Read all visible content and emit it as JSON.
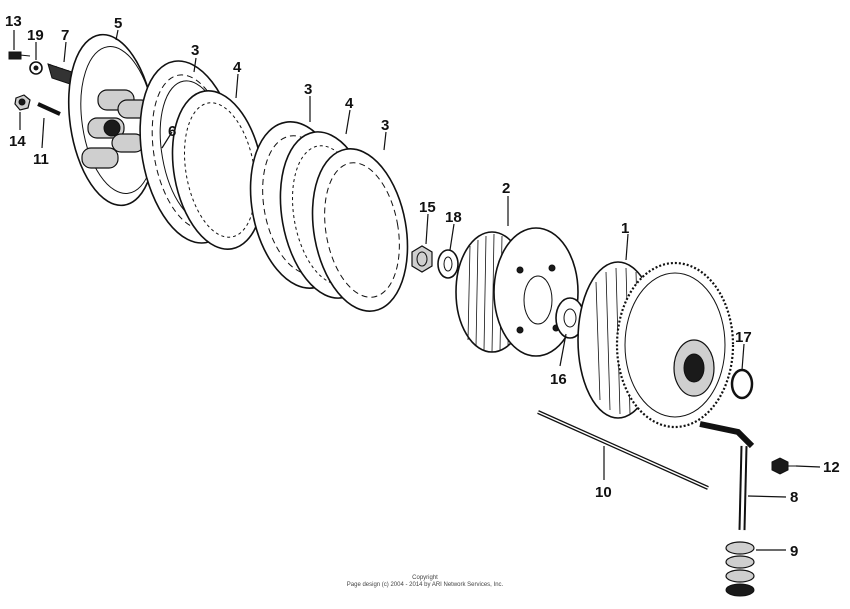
{
  "diagram": {
    "part_callouts": [
      "1",
      "2",
      "3",
      "3",
      "3",
      "4",
      "4",
      "5",
      "6",
      "7",
      "8",
      "9",
      "10",
      "11",
      "12",
      "13",
      "14",
      "15",
      "16",
      "17",
      "18",
      "19"
    ]
  },
  "footer": {
    "line1": "Copyright",
    "line2": "Page design (c) 2004 - 2014 by ARI Network Services, Inc."
  }
}
